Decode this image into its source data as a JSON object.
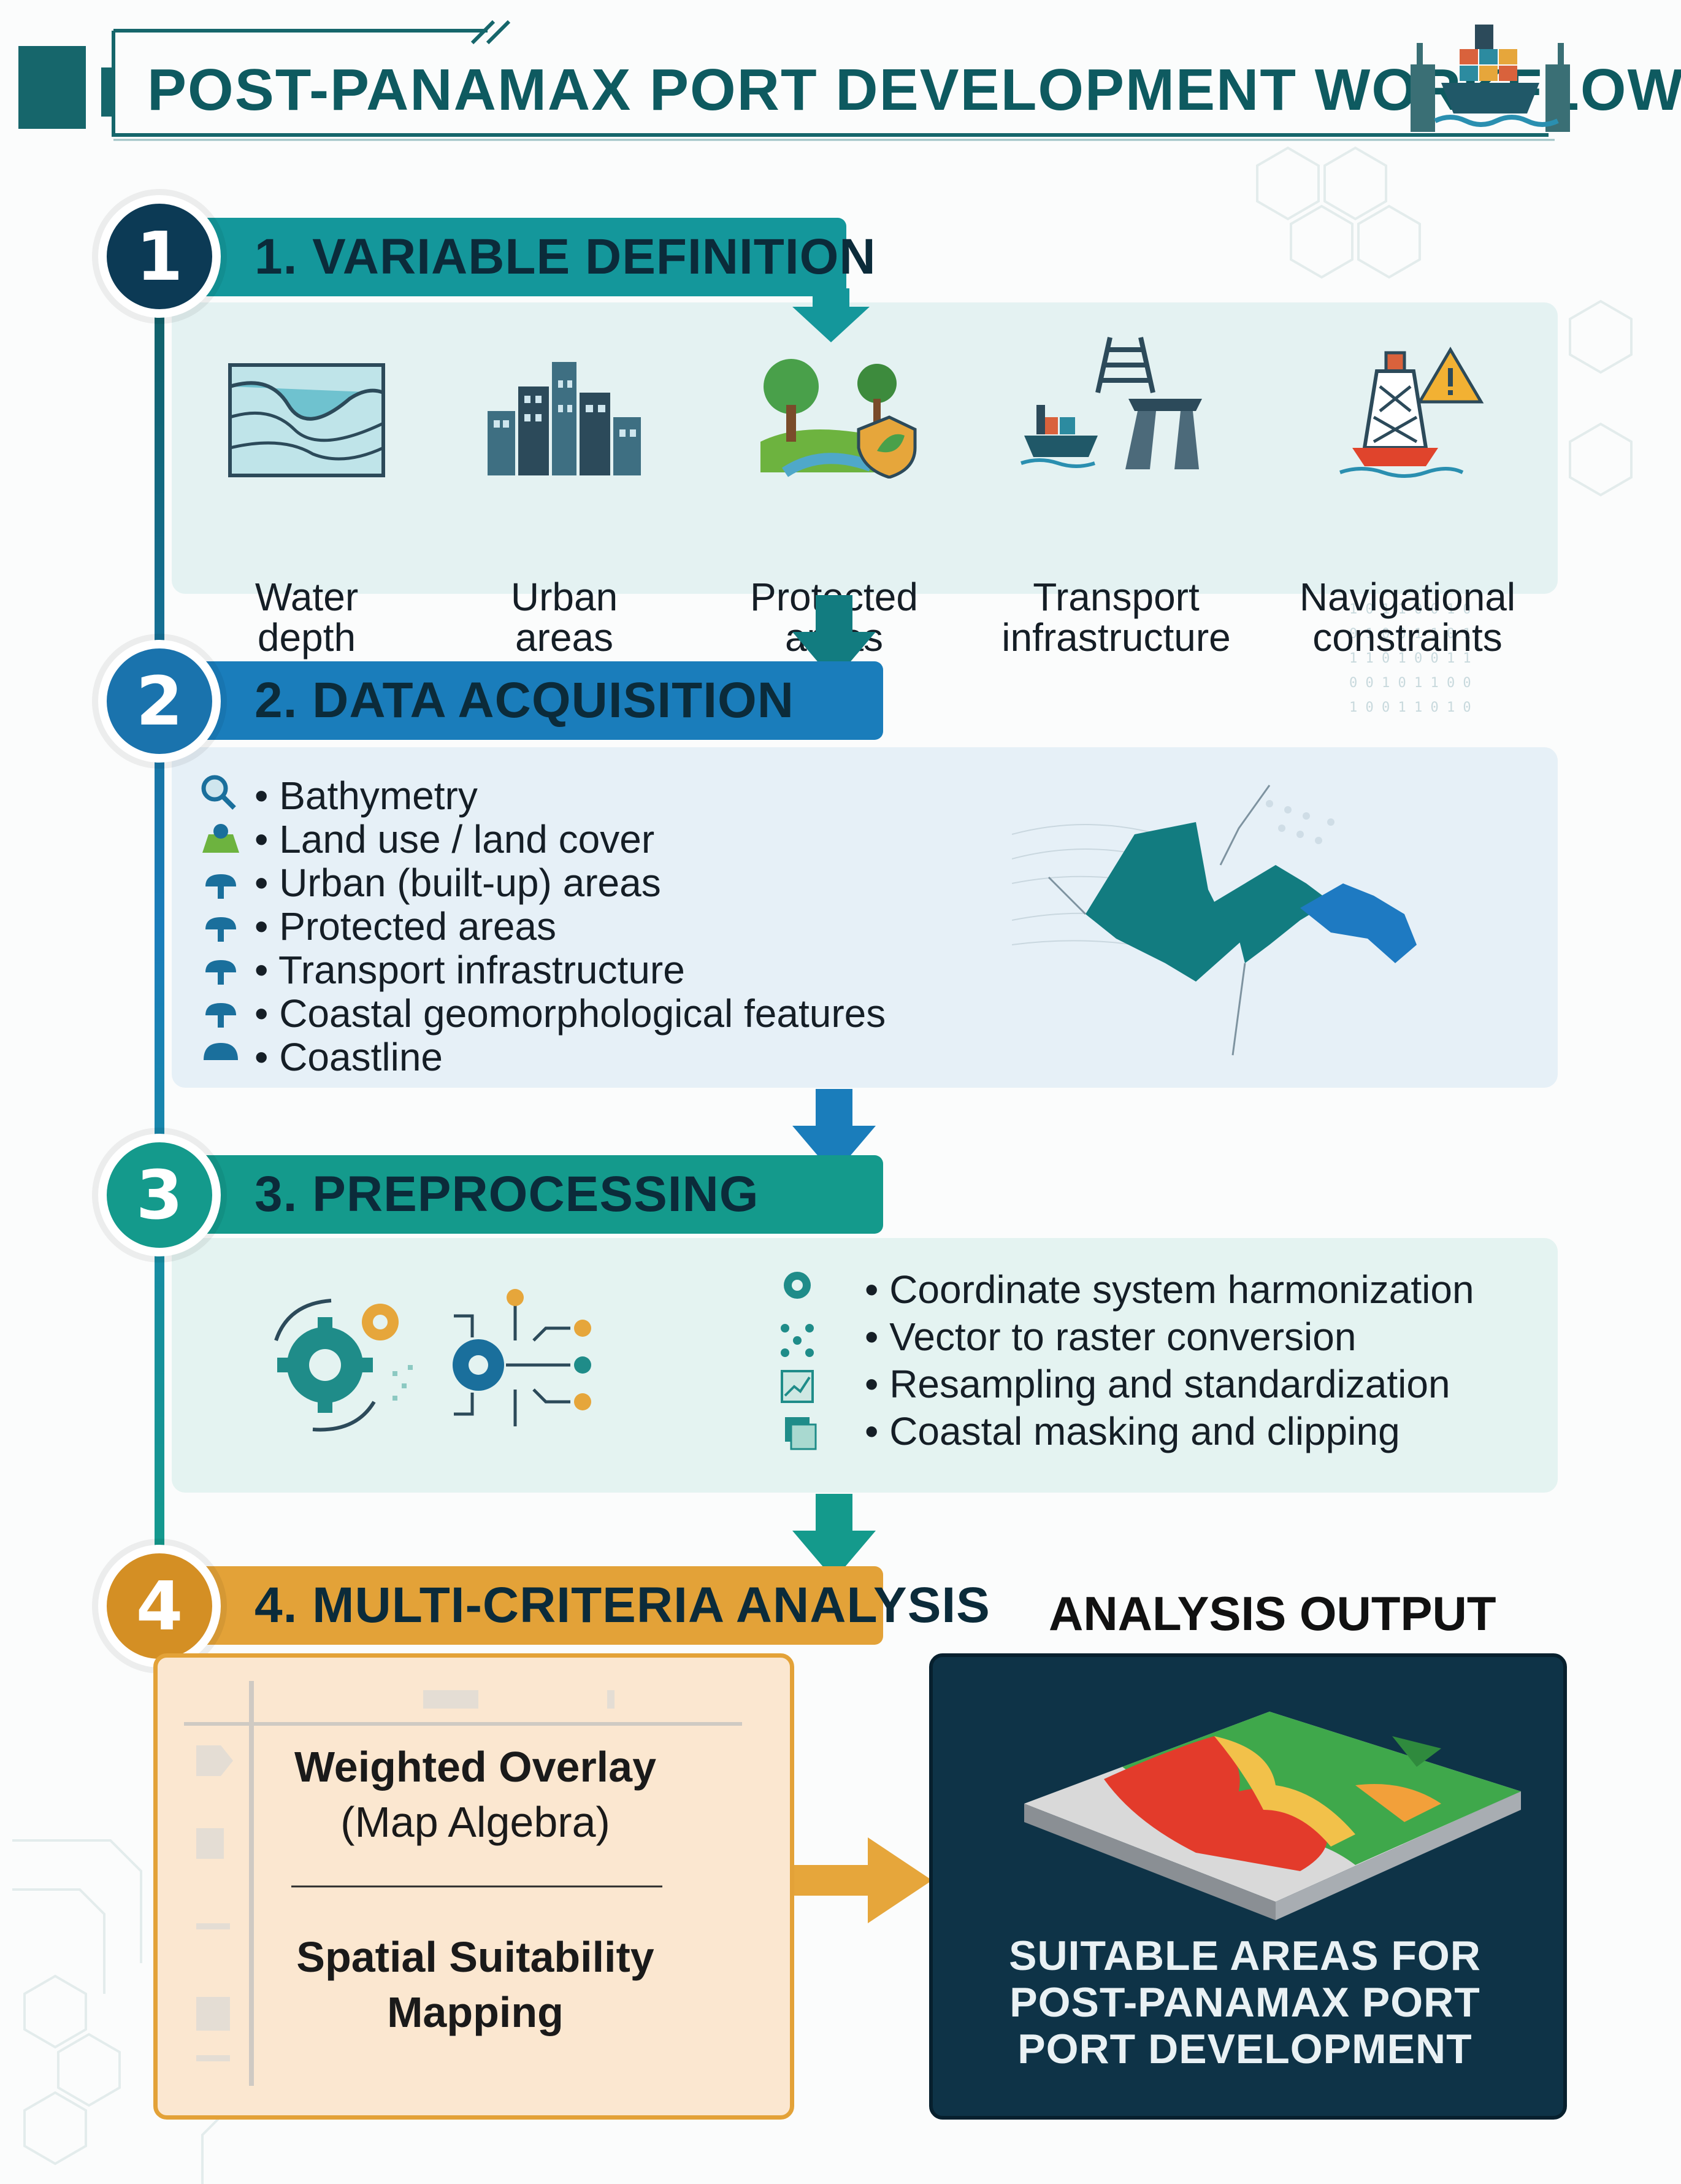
{
  "title": "POST-PANAMAX PORT DEVELOPMENT WORKFLOW",
  "icons": {
    "title": "container-ship-port-icon",
    "water_depth": "bathymetry-layers-icon",
    "urban": "city-buildings-icon",
    "protected": "trees-shield-icon",
    "transport": "rail-ship-highway-icon",
    "navigational": "buoy-warning-icon"
  },
  "colors": {
    "teal_dark": "#0f5f66",
    "teal": "#149a8c",
    "blue": "#1a7dbb",
    "orange": "#e3a238",
    "navy": "#0e3347"
  },
  "steps": [
    {
      "number": "1",
      "title": "1. VARIABLE DEFINITION"
    },
    {
      "number": "2",
      "title": "2. DATA ACQUISITION"
    },
    {
      "number": "3",
      "title": "3. PREPROCESSING"
    },
    {
      "number": "4",
      "title": "4. MULTI-CRITERIA ANALYSIS"
    }
  ],
  "variables": [
    {
      "line1": "Water",
      "line2": "depth"
    },
    {
      "line1": "Urban",
      "line2": "areas"
    },
    {
      "line1": "Protected",
      "line2": "areas"
    },
    {
      "line1": "Transport",
      "line2": "infrastructure"
    },
    {
      "line1": "Navigational",
      "line2": "constraints"
    }
  ],
  "acquisition_items": [
    "• Bathymetry",
    "• Land use / land cover",
    "• Urban (built-up) areas",
    "• Protected areas",
    "• Transport infrastructure",
    "• Coastal geomorphological features",
    "• Coastline"
  ],
  "preprocessing_items": [
    "• Coordinate system harmonization",
    "• Vector to raster conversion",
    "• Resampling and standardization",
    "• Coastal masking and clipping"
  ],
  "mca": {
    "item1_line1": "Weighted Overlay",
    "item1_line2": "(Map Algebra)",
    "item2_line1": "Spatial Suitability",
    "item2_line2": "Mapping"
  },
  "output": {
    "title": "ANALYSIS OUTPUT",
    "line1": "SUITABLE AREAS FOR",
    "line2": "POST-PANAMAX PORT",
    "line3": "PORT DEVELOPMENT"
  }
}
